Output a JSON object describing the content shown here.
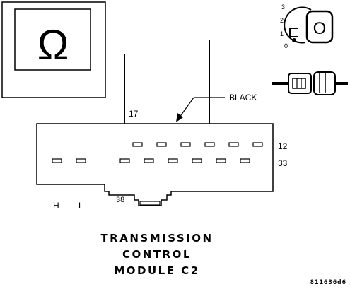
{
  "meter_symbol": "Ω",
  "ignition_positions": [
    "3",
    "2",
    "1",
    "0"
  ],
  "ignition_key_label": "O",
  "wire_color_label": "BLACK",
  "pin_labels": {
    "top_left": "17",
    "top_right": "12",
    "bottom_right": "33",
    "bottom_left": "38",
    "high": "H",
    "low": "L"
  },
  "title_lines": [
    "TRANSMISSION",
    "CONTROL",
    "MODULE C2"
  ],
  "figure_code": "811636d6"
}
